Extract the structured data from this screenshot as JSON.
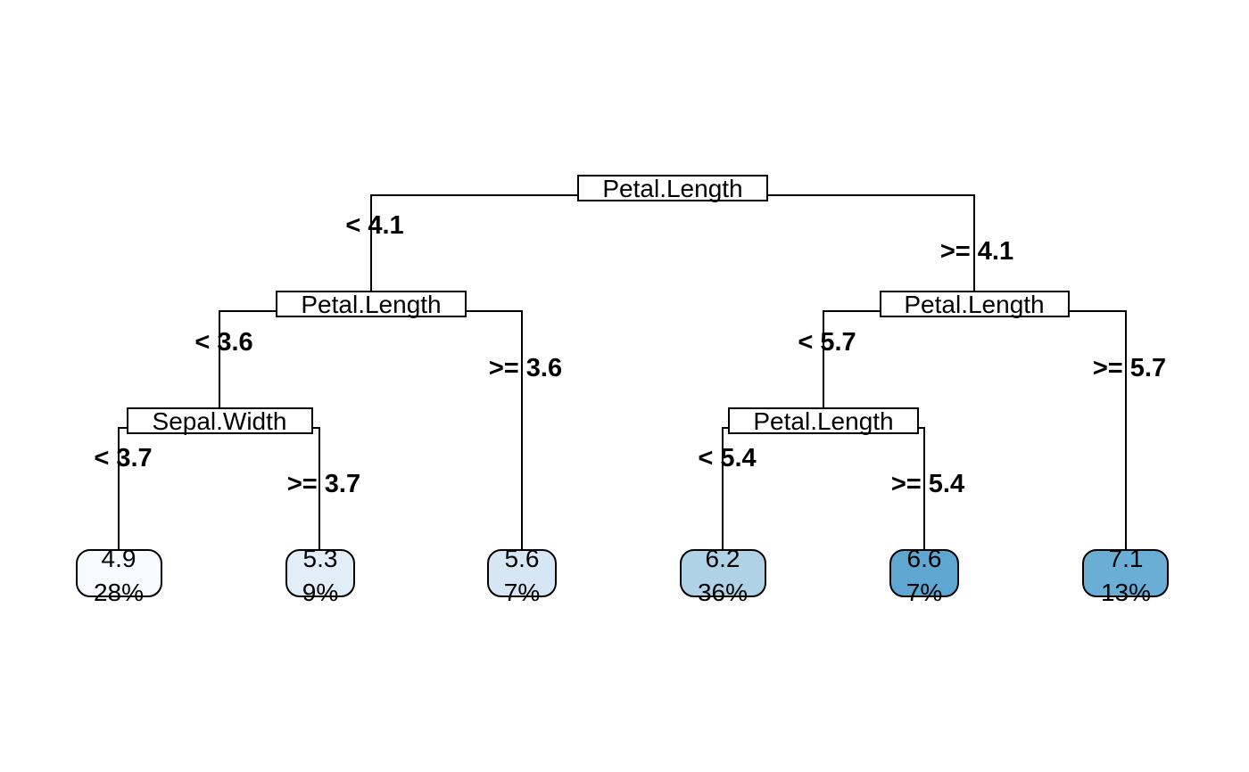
{
  "tree": {
    "root": {
      "split_variable": "Petal.Length",
      "left_condition": "< 4.1",
      "right_condition": ">= 4.1"
    },
    "left_split": {
      "split_variable": "Petal.Length",
      "left_condition": "< 3.6",
      "right_condition": ">= 3.6"
    },
    "right_split": {
      "split_variable": "Petal.Length",
      "left_condition": "< 5.7",
      "right_condition": ">= 5.7"
    },
    "left_left_split": {
      "split_variable": "Sepal.Width",
      "left_condition": "< 3.7",
      "right_condition": ">= 3.7"
    },
    "right_left_split": {
      "split_variable": "Petal.Length",
      "left_condition": "< 5.4",
      "right_condition": ">= 5.4"
    },
    "leaves": [
      {
        "value": "4.9",
        "percent": "28%",
        "fill": "#f7fbff"
      },
      {
        "value": "5.3",
        "percent": "9%",
        "fill": "#e2edf8"
      },
      {
        "value": "5.6",
        "percent": "7%",
        "fill": "#d6e6f4"
      },
      {
        "value": "6.2",
        "percent": "36%",
        "fill": "#b0d2e7"
      },
      {
        "value": "6.6",
        "percent": "7%",
        "fill": "#5fa6d1"
      },
      {
        "value": "7.1",
        "percent": "13%",
        "fill": "#6aaed6"
      }
    ]
  }
}
